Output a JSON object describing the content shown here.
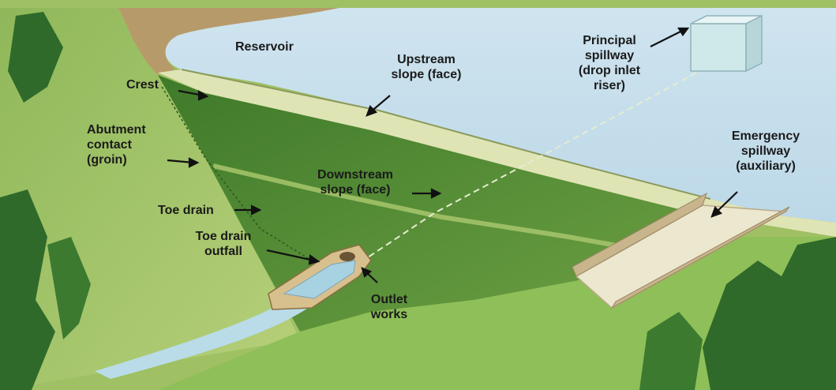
{
  "labels": {
    "reservoir": [
      "Reservoir"
    ],
    "crest": [
      "Crest"
    ],
    "upstream": [
      "Upstream",
      "slope (face)"
    ],
    "principal": [
      "Principal",
      "spillway",
      "(drop inlet",
      "riser)"
    ],
    "abutment": [
      "Abutment",
      "contact",
      "(groin)"
    ],
    "downstream": [
      "Downstream",
      "slope (face)"
    ],
    "emergency": [
      "Emergency",
      "spillway",
      "(auxiliary)"
    ],
    "toe_drain": [
      "Toe drain"
    ],
    "toe_outfall": [
      "Toe drain",
      "outfall"
    ],
    "outlet": [
      "Outlet",
      "works"
    ]
  },
  "colors": {
    "water": "#cfe4ef",
    "grass_light": "#a9c86c",
    "grass_dark": "#4f8a32",
    "crest": "#dde3b0",
    "trees": "#2f6a2a",
    "spillway_concrete": "#ebe6cf"
  }
}
